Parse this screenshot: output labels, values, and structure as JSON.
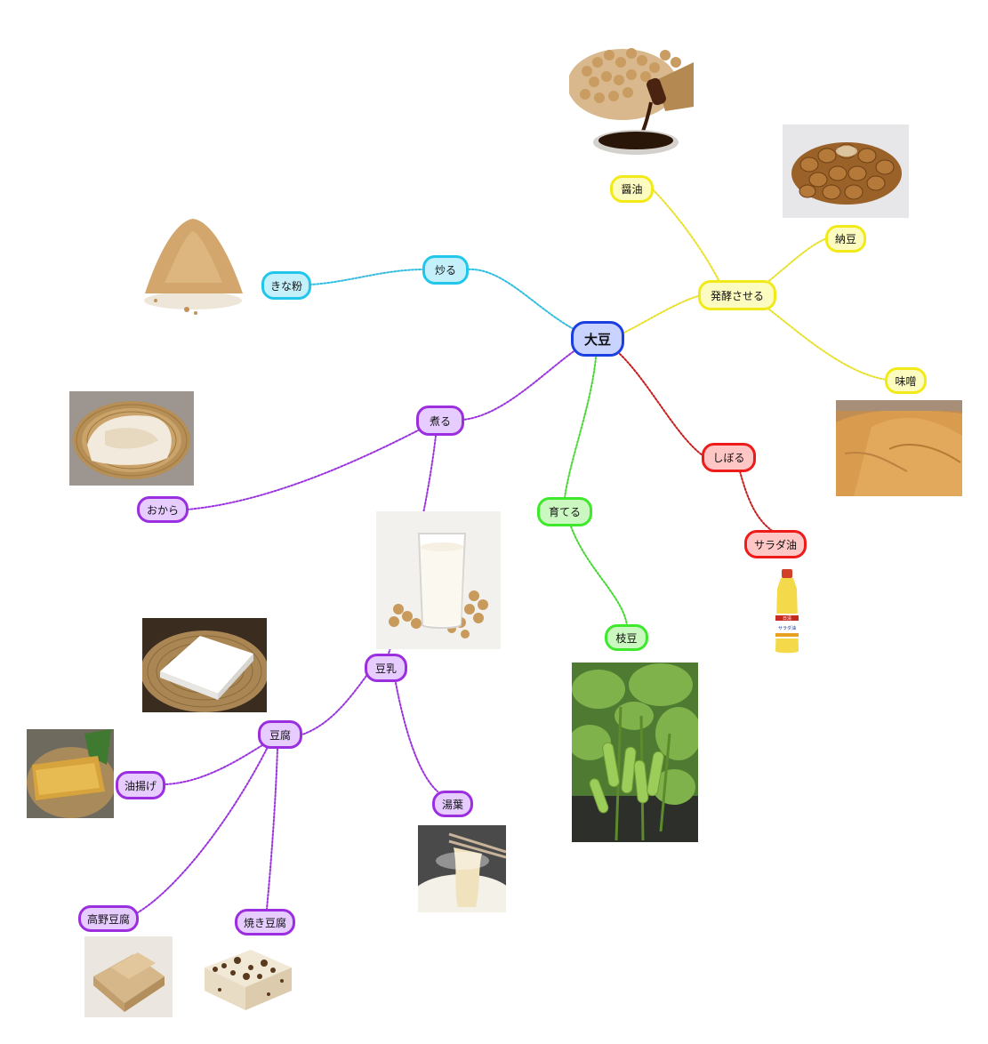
{
  "colors": {
    "root": {
      "fill": "#c9d3ff",
      "stroke": "#1b3fe0",
      "line": "#8f7cd6"
    },
    "cyan": {
      "fill": "#c4f0fb",
      "stroke": "#22c6ea",
      "line": "#30bde0"
    },
    "yellow": {
      "fill": "#fdfcc0",
      "stroke": "#f2ea18",
      "line": "#e8e02a"
    },
    "purple": {
      "fill": "#e6ccff",
      "stroke": "#9b2fe0",
      "line": "#9a34de"
    },
    "green": {
      "fill": "#caf8c0",
      "stroke": "#3ee82a",
      "line": "#45d830"
    },
    "red": {
      "fill": "#ffc6c6",
      "stroke": "#ee1b1b",
      "line": "#c81e1e"
    }
  },
  "nodes": {
    "root": "大豆",
    "iru": "炒る",
    "kinako": "きな粉",
    "hakko": "発酵させる",
    "shoyu": "醤油",
    "natto": "納豆",
    "miso": "味噌",
    "niru": "煮る",
    "okara": "おから",
    "tonyu": "豆乳",
    "tofu": "豆腐",
    "aburaage": "油揚げ",
    "koyadofu": "高野豆腐",
    "yakidofu": "焼き豆腐",
    "yuba": "湯葉",
    "sodateru": "育てる",
    "edamame": "枝豆",
    "shiboru": "しぼる",
    "saradayu": "サラダ油"
  },
  "images": {
    "soy_sauce": "soy-sauce-photo",
    "natto": "natto-photo",
    "kinako": "kinako-powder-photo",
    "miso": "miso-photo",
    "okara": "okara-basket-photo",
    "soy_milk": "soy-milk-glass-photo",
    "salad_oil": "salad-oil-bottle-photo",
    "oil_label_top": "日清",
    "oil_label_bottom": "サラダ油",
    "tofu": "tofu-block-photo",
    "edamame": "edamame-plant-photo",
    "aburaage": "aburaage-photo",
    "yuba": "yuba-photo",
    "koyadofu": "koya-tofu-photo",
    "yakidofu": "grilled-tofu-photo"
  }
}
